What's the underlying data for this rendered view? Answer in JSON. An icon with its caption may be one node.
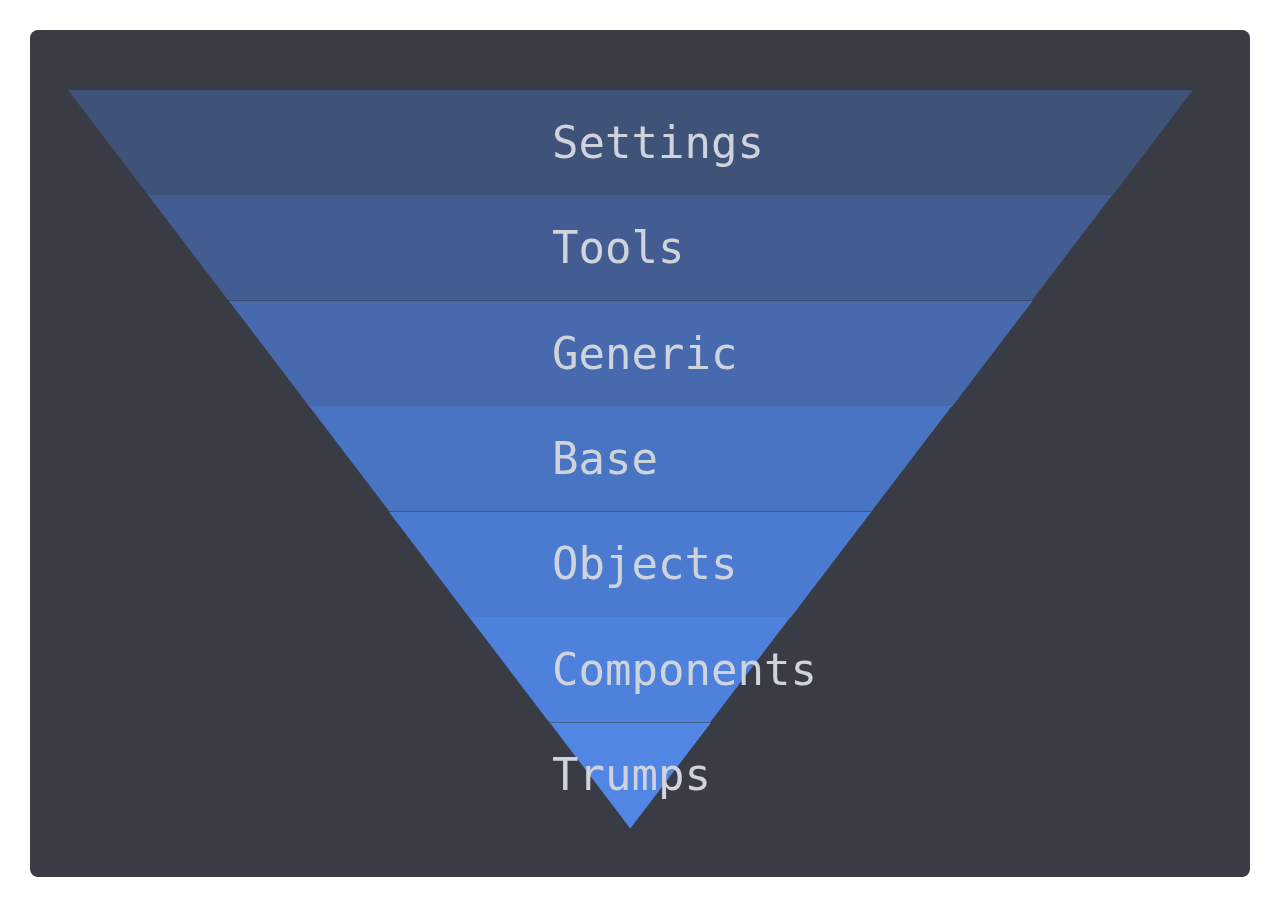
{
  "diagram": {
    "nodes": [
      {
        "text": [
          "Settings"
        ]
      },
      {
        "text": [
          "Tools"
        ]
      },
      {
        "text": [
          "Generic"
        ]
      },
      {
        "text": [
          "Base"
        ]
      },
      {
        "text": [
          "Objects"
        ]
      },
      {
        "text": [
          "Components"
        ]
      },
      {
        "text": [
          "Trumps"
        ]
      }
    ]
  }
}
